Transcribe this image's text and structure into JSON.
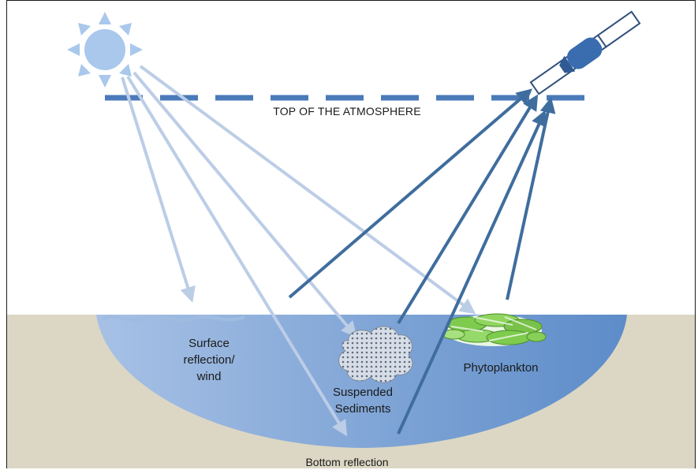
{
  "labels": {
    "top_of_atmosphere": "TOP OF THE ATMOSPHERE",
    "surface_reflection": [
      "Surface",
      "reflection/",
      "wind"
    ],
    "suspended_sediments": [
      "Suspended",
      "Sediments"
    ],
    "phytoplankton": "Phytoplankton",
    "bottom_reflection": "Bottom reflection"
  },
  "colors": {
    "incoming_ray": "#bccde6",
    "reflected_ray": "#3f6d9e",
    "atmosphere_line": "#4a7ab9",
    "sun": "#a9c8ec",
    "ground": "#dcd7c4",
    "water_top": "#5b8ac8",
    "water_bottom": "#9ab7e0",
    "phytoplankton": "#7ecb4e",
    "sediment": "#9aa7b8",
    "satellite_body": "#3a6cb0"
  },
  "icons": {
    "sun": "sun-icon",
    "satellite": "satellite-icon",
    "sediment": "sediment-cloud-icon",
    "phytoplankton": "phytoplankton-cluster-icon"
  }
}
